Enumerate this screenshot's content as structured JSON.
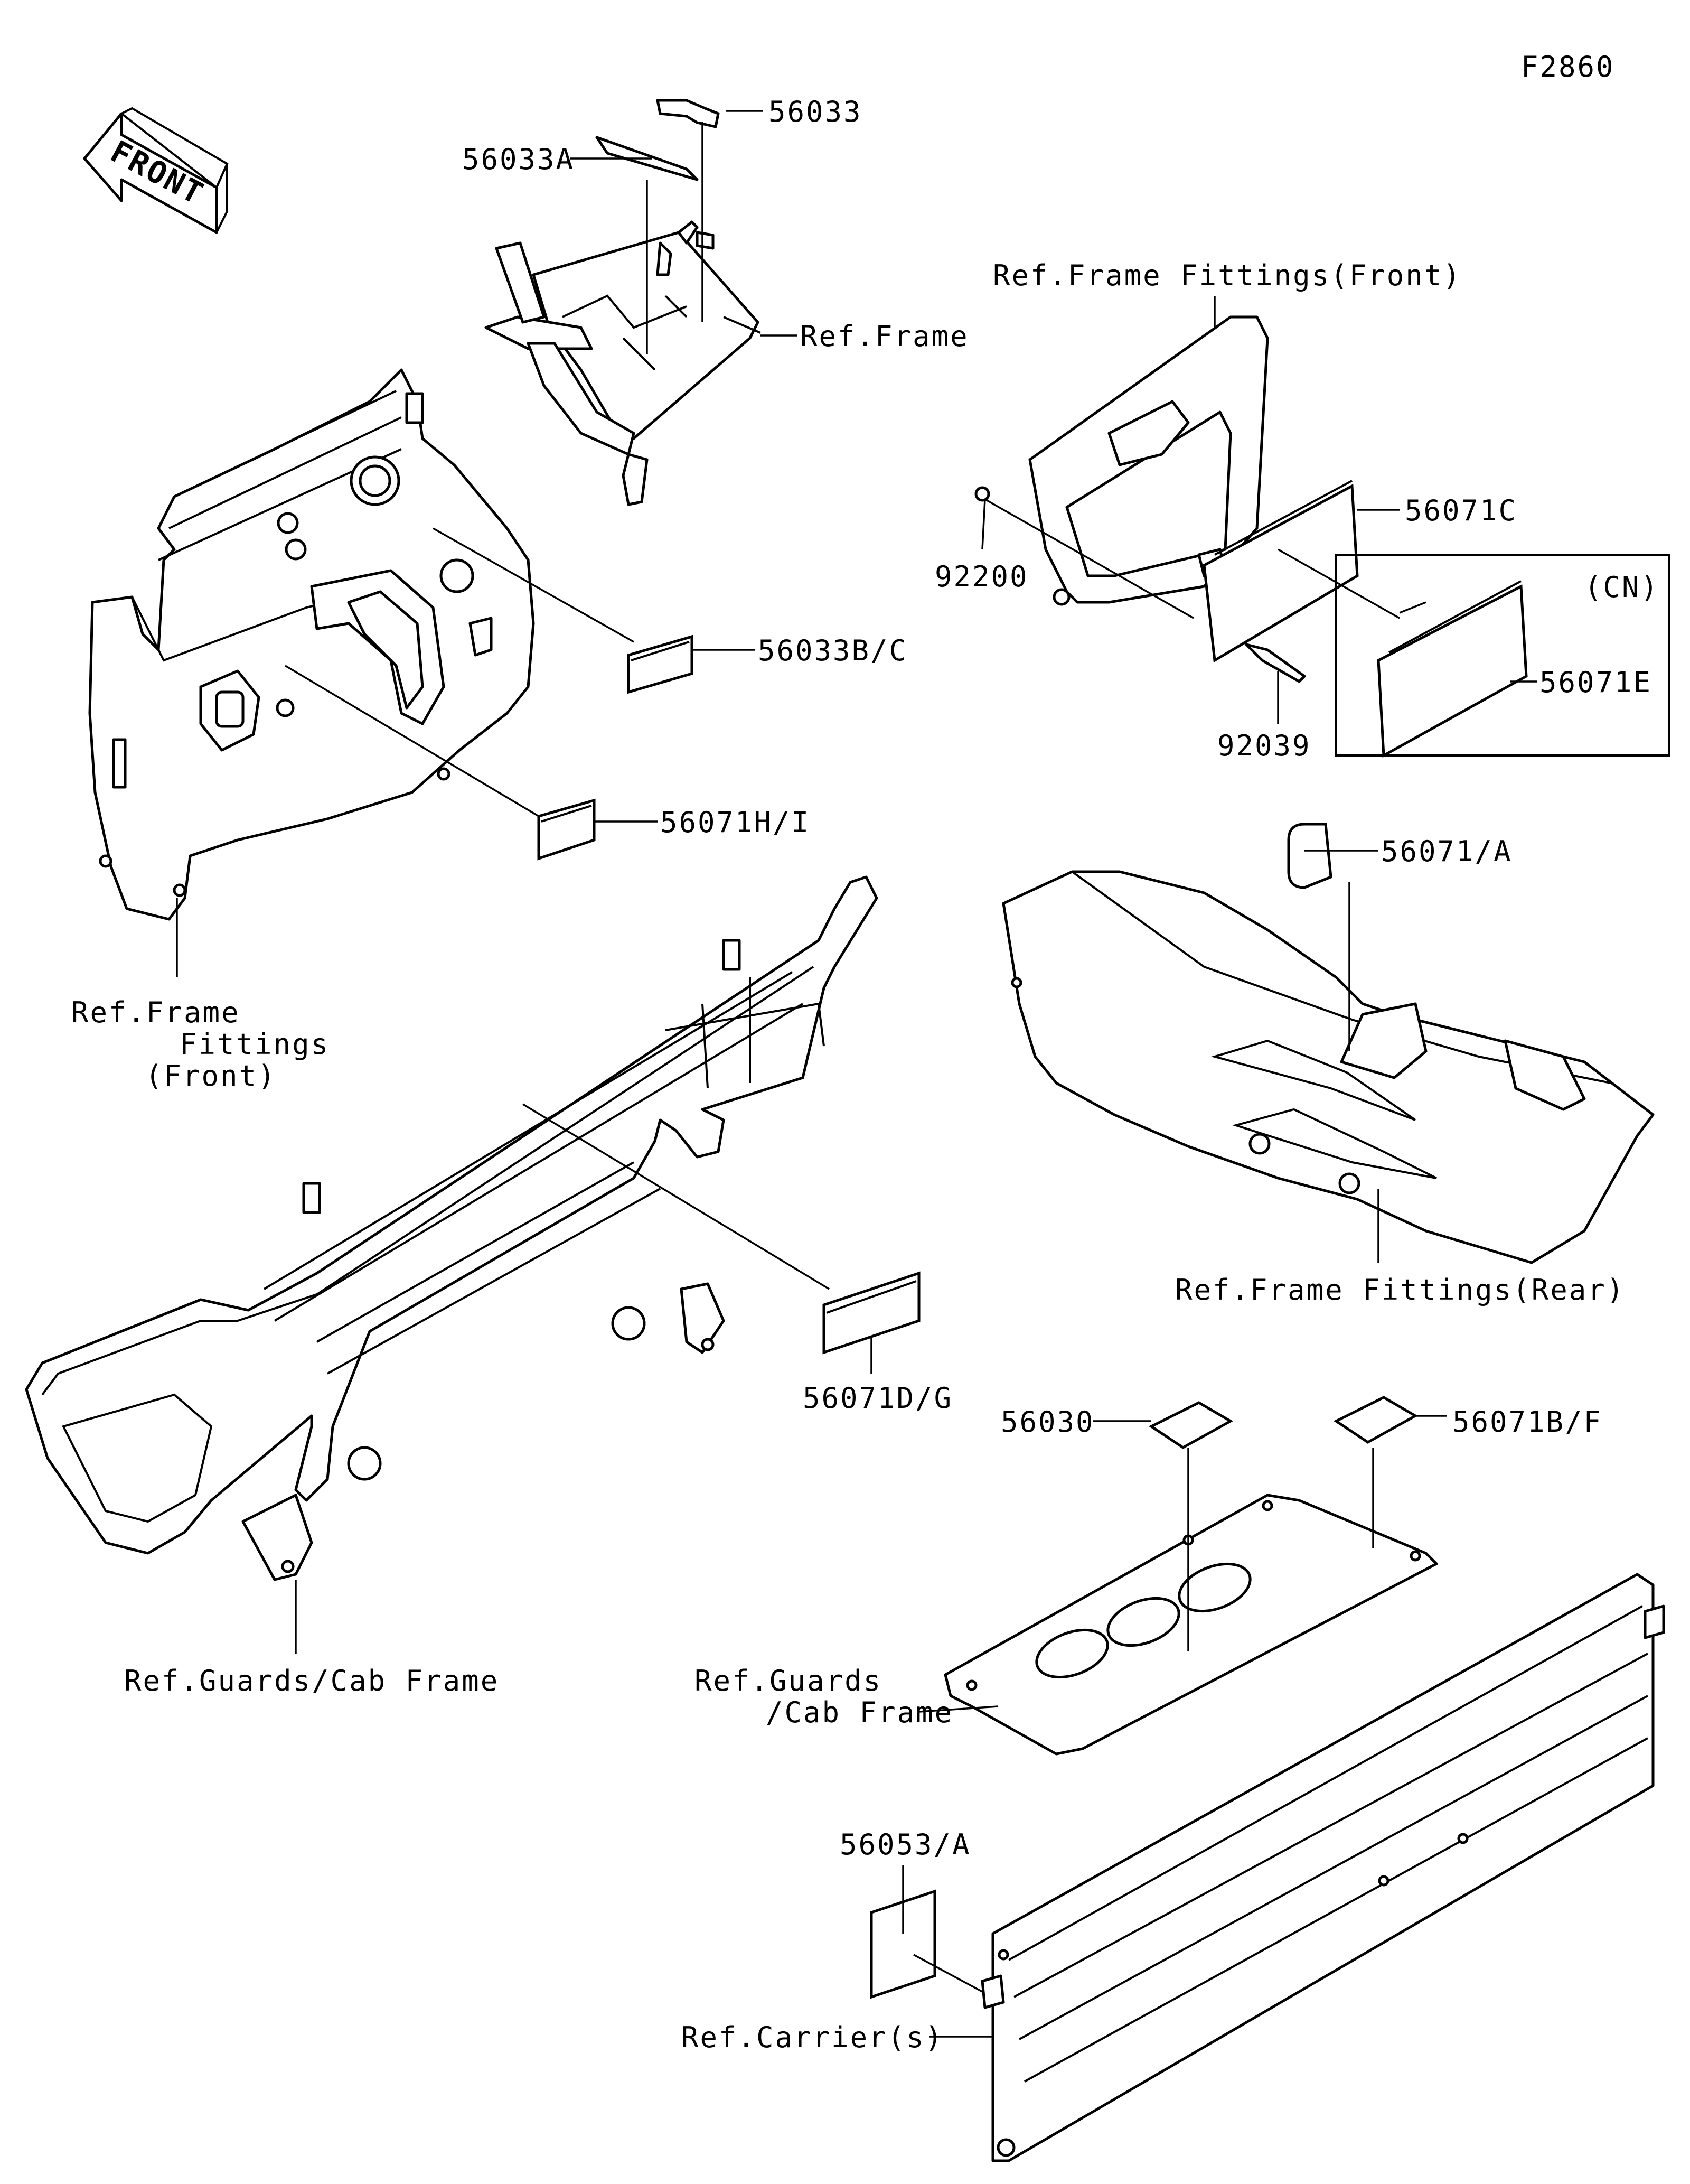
{
  "figure_code": "F2860",
  "front_marker": "FRONT",
  "callouts": {
    "p56033": "56033",
    "p56033A": "56033A",
    "ref_frame_top": "Ref.Frame",
    "ref_frame_fittings_front_top": "Ref.Frame Fittings(Front)",
    "p56071C": "56071C",
    "p92200": "92200",
    "cn_marker": "(CN)",
    "p56071E": "56071E",
    "p92039": "92039",
    "p56033BC": "56033B/C",
    "p56071HI": "56071H/I",
    "ref_frame_fittings_front_left": [
      "Ref.Frame",
      "Fittings",
      "(Front)"
    ],
    "p56071A": "56071/A",
    "ref_frame_fittings_rear": "Ref.Frame Fittings(Rear)",
    "p56071DG": "56071D/G",
    "ref_guards_cab_frame_left": "Ref.Guards/Cab Frame",
    "p56030": "56030",
    "p56071BF": "56071B/F",
    "ref_guards_cab_frame_right": [
      "Ref.Guards",
      "/Cab Frame"
    ],
    "p56053A": "56053/A",
    "ref_carriers": "Ref.Carrier(s)"
  }
}
